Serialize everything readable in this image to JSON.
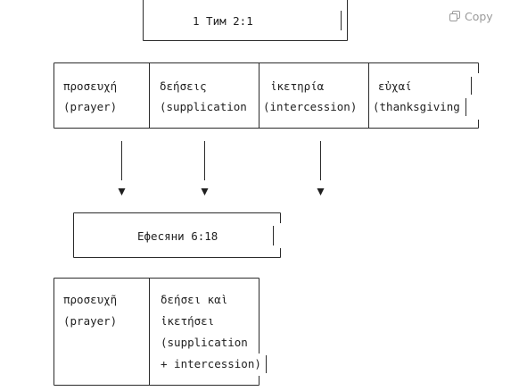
{
  "toolbar": {
    "copy_label": "Copy",
    "copy_icon": "copy-icon"
  },
  "diagram": {
    "source_box": {
      "label": "1 Тим 2:1"
    },
    "terms_1tim": [
      {
        "greek": "προσευχή",
        "english": "(prayer)"
      },
      {
        "greek": "δεήσεις",
        "english": "(supplication"
      },
      {
        "greek": "ἰκετηρία",
        "english": "(intercession)"
      },
      {
        "greek": "εὐχαί",
        "english": "(thanksgiving"
      }
    ],
    "target_box": {
      "label": "Ефесяни 6:18"
    },
    "terms_eph": [
      {
        "lines": [
          "προσευχῆ",
          "(prayer)"
        ]
      },
      {
        "lines": [
          "δεήσει καὶ",
          "ἰκετήσει",
          "(supplication",
          "+ intercession)"
        ]
      }
    ]
  }
}
